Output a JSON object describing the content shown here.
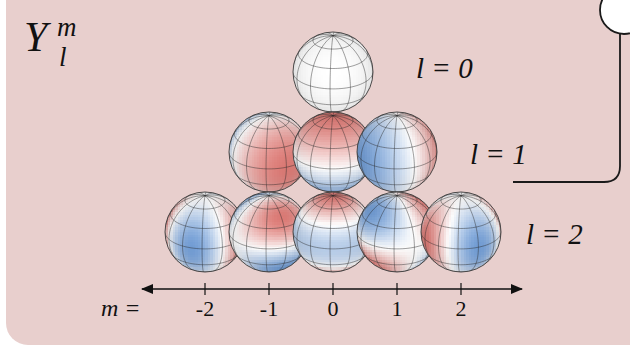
{
  "diagram": {
    "labels": [
      "Y",
      "m",
      "l",
      "l = 0",
      "l = 1",
      "l = 2",
      "m =",
      "-2",
      "-1",
      "0",
      "1",
      "2"
    ]
  }
}
